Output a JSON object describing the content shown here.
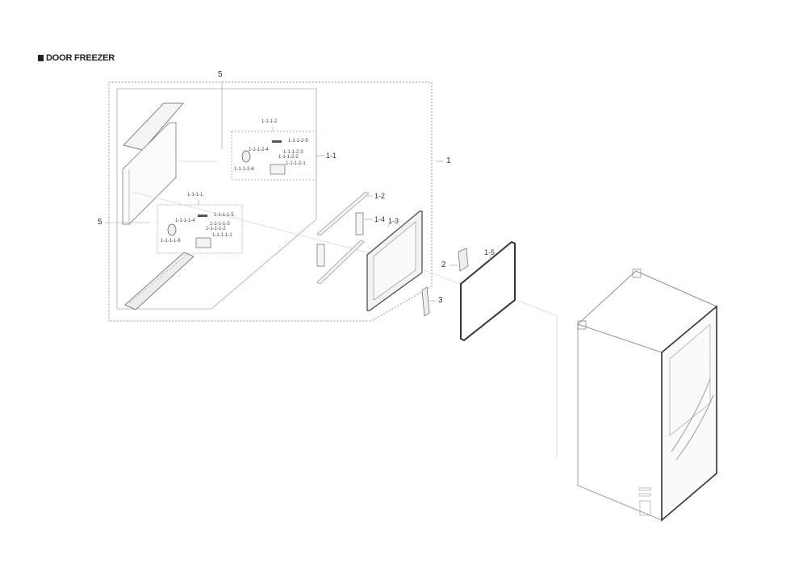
{
  "title": "DOOR FREEZER",
  "labels": {
    "p1": "1",
    "p1_1": "1-1",
    "p1_2": "1-2",
    "p1_3": "1-3",
    "p1_4": "1-4",
    "p1_5": "1-5",
    "p2": "2",
    "p3": "3",
    "p5_top": "5",
    "p5_left": "5",
    "p1_1_1_1": "1-1-1-1",
    "p1_1_1_2": "1-1-1-2",
    "upper_sub": {
      "a": "1-1-1-2-5",
      "b": "1-1-1-2-4",
      "c": "1-1-1-2-3",
      "d": "1-1-1-2-2",
      "e": "1-1-1-2-6",
      "f": "1-1-1-2-1"
    },
    "lower_sub": {
      "a": "1-1-1-1-5",
      "b": "1-1-1-1-4",
      "c": "1-1-1-1-3",
      "d": "1-1-1-1-2",
      "e": "1-1-1-1-6",
      "f": "1-1-1-1-1"
    }
  }
}
